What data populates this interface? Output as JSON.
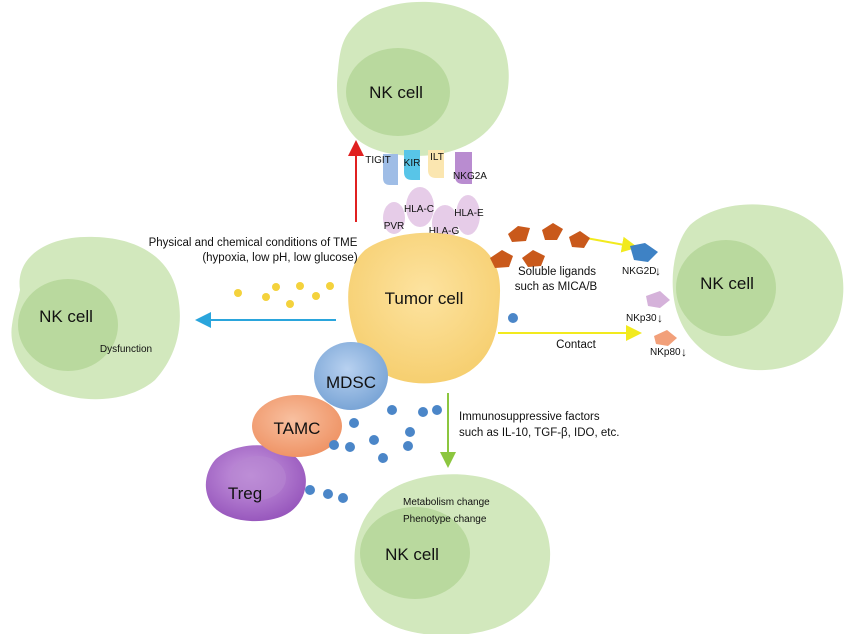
{
  "cells": {
    "nk_top": "NK cell",
    "nk_left": "NK cell",
    "nk_right": "NK cell",
    "nk_bottom": "NK cell",
    "tumor": "Tumor cell",
    "mdsc": "MDSC",
    "tamc": "TAMC",
    "treg": "Treg"
  },
  "receptors": {
    "tigit": "TIGIT",
    "kir": "KIR",
    "ilt": "ILT",
    "nkg2a": "NKG2A"
  },
  "ligands": {
    "pvr": "PVR",
    "hla_c": "HLA-C",
    "hla_e": "HLA-E",
    "hla_g": "HLA-G"
  },
  "annotations": {
    "tme_line1": "Physical and chemical conditions of TME",
    "tme_line2": "(hypoxia, low pH, low glucose)",
    "dysfunction": "Dysfunction",
    "soluble_line1": "Soluble ligands",
    "soluble_line2": "such as MICA/B",
    "nkg2d": "NKG2D",
    "nkp30": "NKp30",
    "nkp80": "NKp80",
    "contact": "Contact",
    "immuno_line1": "Immunosuppressive factors",
    "immuno_line2": "such as IL-10, TGF-β, IDO, etc.",
    "metabolism": "Metabolism change",
    "phenotype": "Phenotype change"
  },
  "colors": {
    "nk_cell": "#cfe6b8",
    "nk_nucleus": "#b6d79a",
    "tumor": "#fbd985",
    "mdsc": "#8ab2df",
    "tamc": "#f2a07a",
    "treg": "#a46dc4",
    "arrow_red": "#e02020",
    "arrow_blue": "#2aa5dc",
    "arrow_yellow": "#f2ea1e",
    "arrow_green": "#8cc63f",
    "ligand_brown": "#c9591b",
    "dot_blue": "#4b86c8",
    "dot_yellow": "#f4d23c"
  }
}
